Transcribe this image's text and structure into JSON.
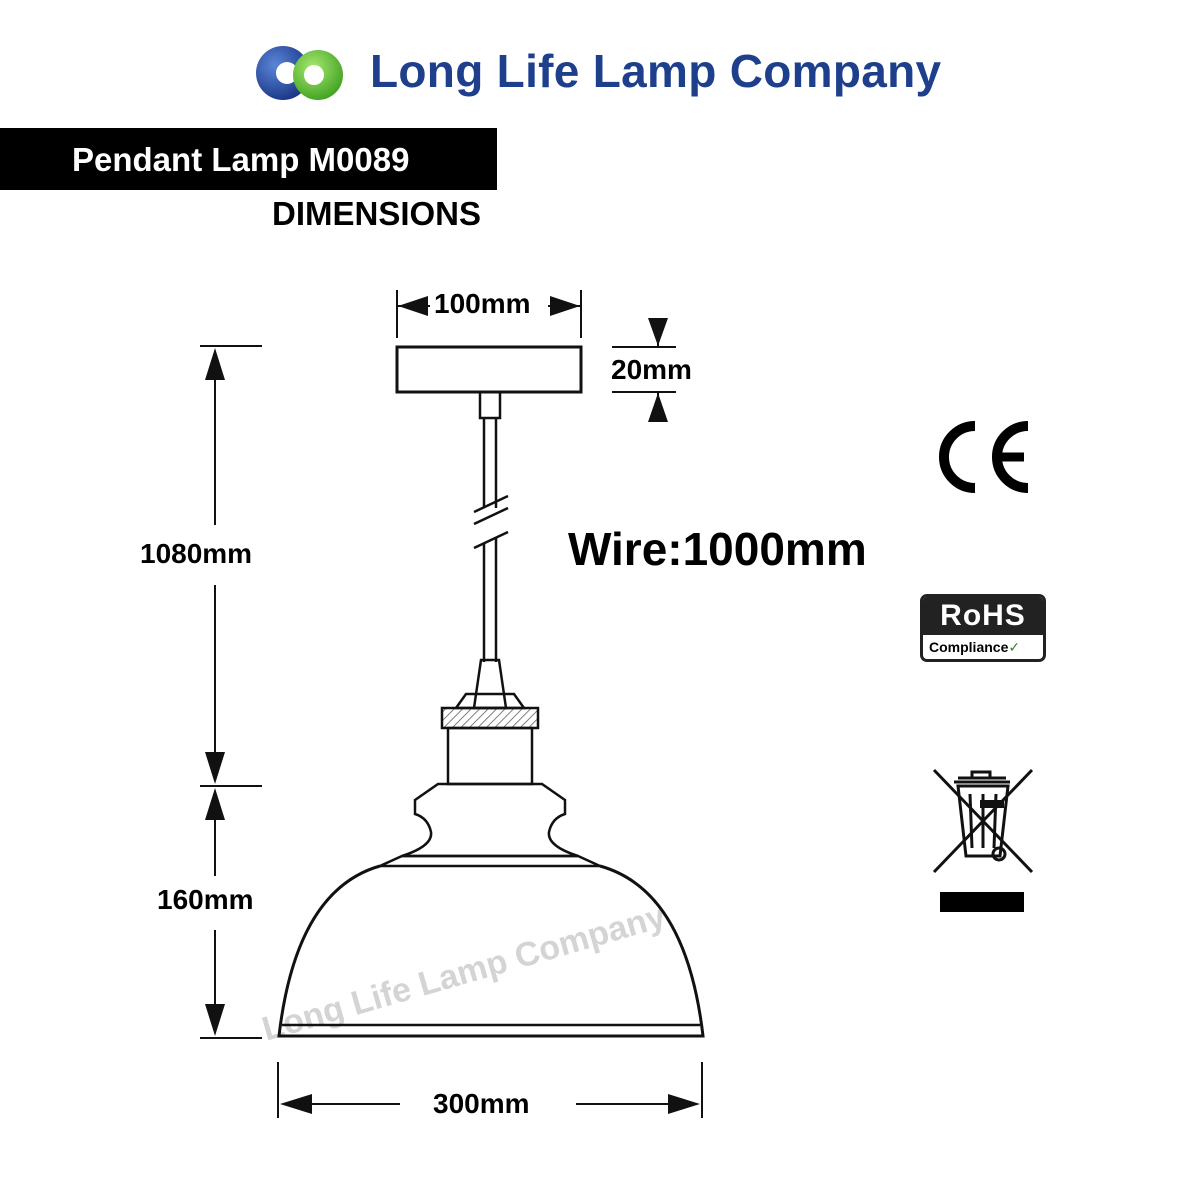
{
  "header": {
    "company_name": "Long Life Lamp Company",
    "product_title": "Pendant Lamp M0089",
    "section_label": "DIMENSIONS"
  },
  "dimensions": {
    "base_width": "100mm",
    "base_height": "20mm",
    "total_height": "1080mm",
    "shade_height": "160mm",
    "shade_width": "300mm"
  },
  "wire_label": "Wire:1000mm",
  "watermark": "Long Life Lamp Company",
  "certifications": {
    "rohs_title": "RoHS",
    "rohs_subtitle": "Compliance"
  },
  "icons": {
    "logo": "brand-logo-icon",
    "ce": "ce-mark-icon",
    "rohs": "rohs-compliance-icon",
    "weee": "crossed-bin-weee-icon",
    "check": "checkmark-icon"
  },
  "colors": {
    "brand_blue": "#1d3f8c",
    "logo_green": "#5fc23a",
    "title_bar": "#000000",
    "watermark": "#d4d4d4"
  }
}
